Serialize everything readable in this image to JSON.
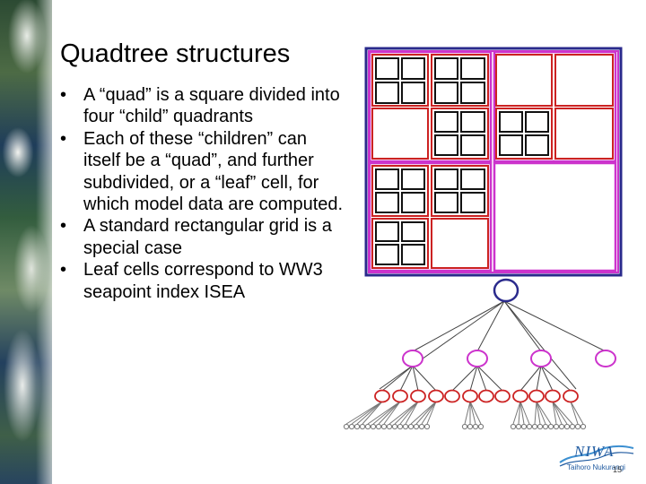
{
  "slide": {
    "title": "Quadtree structures",
    "bullets": [
      "A “quad” is a square divided into four “child” quadrants",
      "Each of these “children” can itself be a “quad”, and further subdivided, or a “leaf” cell, for which model data are computed.",
      "A standard rectangular grid is a special case",
      "Leaf cells correspond to WW3 seapoint index ISEA"
    ],
    "bullet_glyph": "•",
    "page_number": "15"
  },
  "logo": {
    "name": "NIWA",
    "tagline": "Taihoro Nukurangi"
  },
  "colors": {
    "level0": "#2a2a8c",
    "level1": "#cc33cc",
    "level2": "#cc2222",
    "level3": "#111111",
    "leaf_circle": "#777777"
  }
}
